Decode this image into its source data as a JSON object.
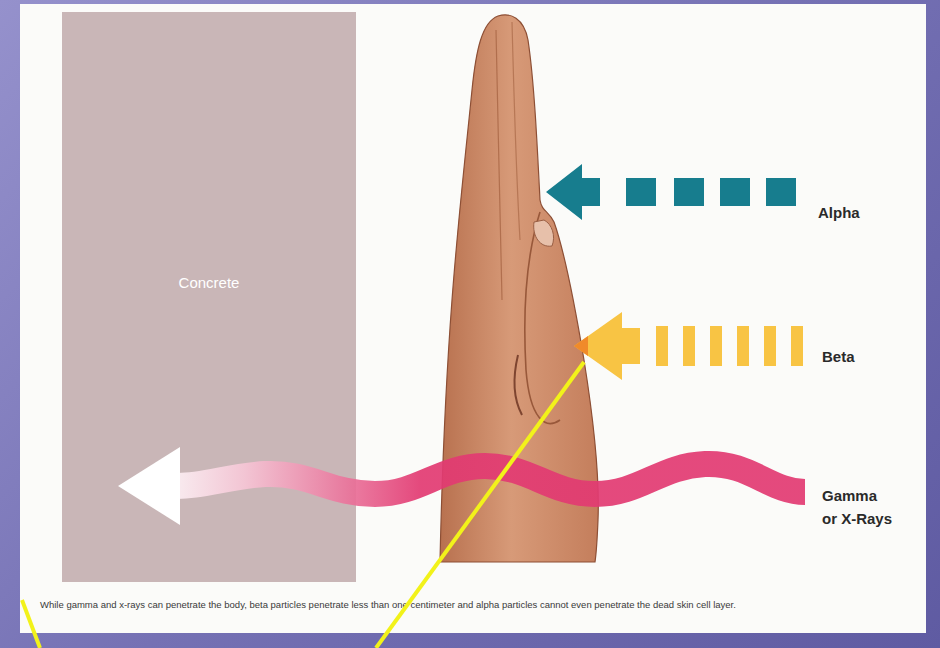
{
  "diagram": {
    "caption": "While gamma and x-rays can penetrate the body, beta particles penetrate less than one centimeter and alpha particles cannot even penetrate the dead skin cell layer.",
    "nodes": [
      {
        "text": [
          "Concrete"
        ]
      }
    ],
    "labels": [
      "Alpha",
      "Beta",
      "Gamma or X-Rays"
    ]
  }
}
